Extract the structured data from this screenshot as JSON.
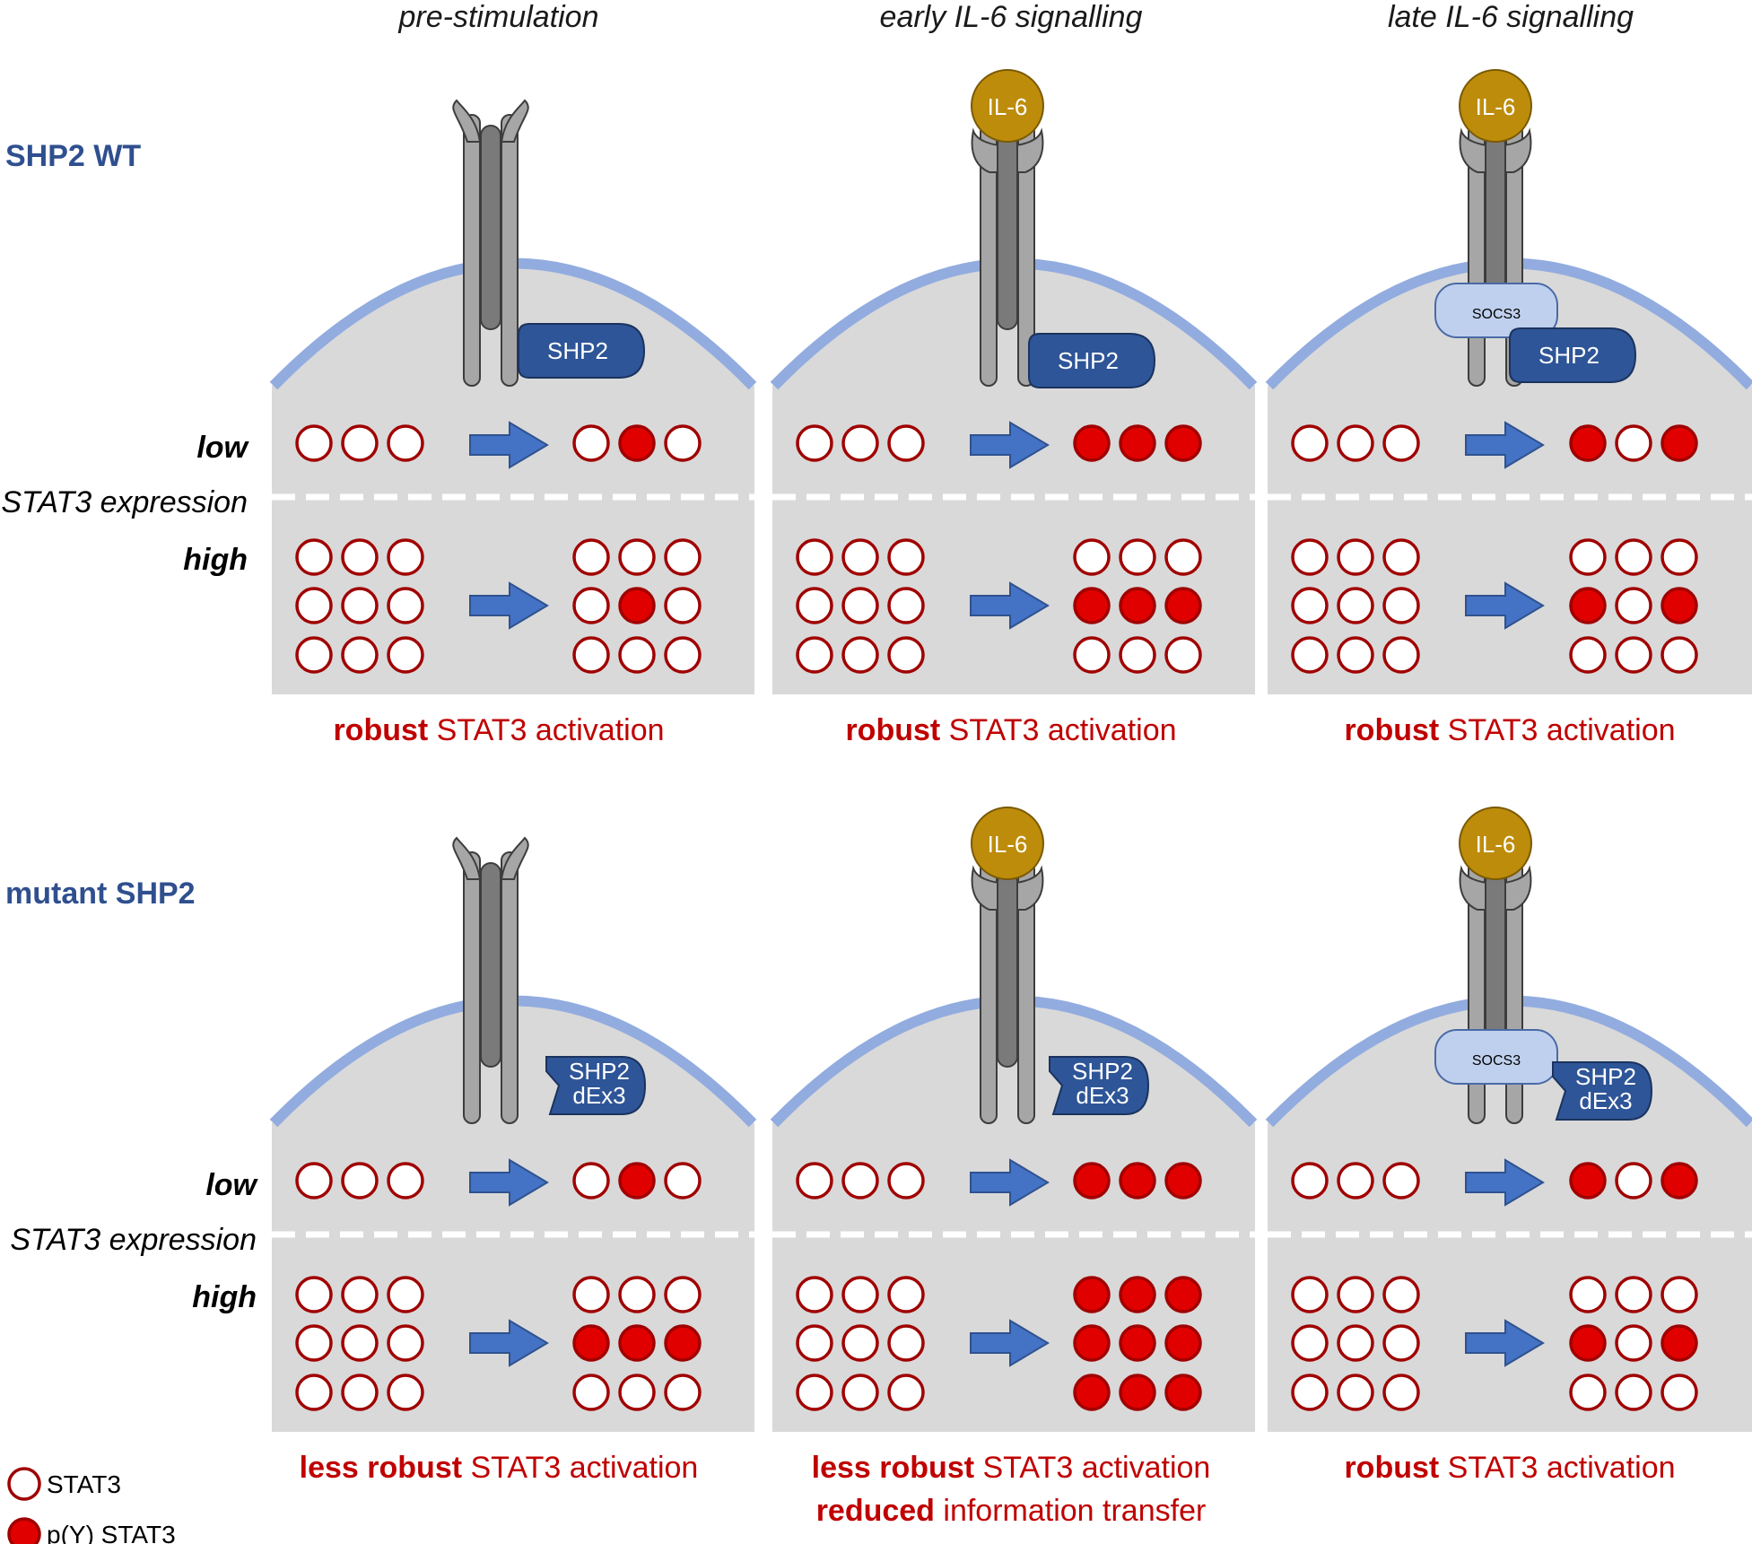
{
  "columns": [
    "pre-stimulation",
    "early IL-6 signalling",
    "late IL-6 signalling"
  ],
  "rows": [
    {
      "title": "SHP2 WT",
      "phosphatase_label": [
        "SHP2"
      ],
      "socs3_label": "SOCS3",
      "ligand_label": "IL-6",
      "level_low": "low",
      "level_high": "high",
      "expression_label": "STAT3 expression",
      "panels": [
        {
          "ligand": false,
          "socs3": false,
          "low_after": [
            0,
            1,
            0
          ],
          "high_after": [
            [
              0,
              0,
              0
            ],
            [
              0,
              1,
              0
            ],
            [
              0,
              0,
              0
            ]
          ],
          "caption": [
            [
              {
                "text": "robust",
                "strong": true
              },
              {
                "text": " STAT3 activation",
                "strong": false
              }
            ]
          ]
        },
        {
          "ligand": true,
          "socs3": false,
          "low_after": [
            1,
            1,
            1
          ],
          "high_after": [
            [
              0,
              0,
              0
            ],
            [
              1,
              1,
              1
            ],
            [
              0,
              0,
              0
            ]
          ],
          "caption": [
            [
              {
                "text": "robust",
                "strong": true
              },
              {
                "text": " STAT3 activation",
                "strong": false
              }
            ]
          ]
        },
        {
          "ligand": true,
          "socs3": true,
          "low_after": [
            1,
            0,
            1
          ],
          "high_after": [
            [
              0,
              0,
              0
            ],
            [
              1,
              0,
              1
            ],
            [
              0,
              0,
              0
            ]
          ],
          "caption": [
            [
              {
                "text": "robust",
                "strong": true
              },
              {
                "text": " STAT3 activation",
                "strong": false
              }
            ]
          ]
        }
      ]
    },
    {
      "title": "mutant SHP2",
      "phosphatase_label": [
        "SHP2",
        "dEx3"
      ],
      "socs3_label": "SOCS3",
      "ligand_label": "IL-6",
      "level_low": "low",
      "level_high": "high",
      "expression_label": "STAT3 expression",
      "panels": [
        {
          "ligand": false,
          "socs3": false,
          "low_after": [
            0,
            1,
            0
          ],
          "high_after": [
            [
              0,
              0,
              0
            ],
            [
              1,
              1,
              1
            ],
            [
              0,
              0,
              0
            ]
          ],
          "caption": [
            [
              {
                "text": "less robust",
                "strong": true
              },
              {
                "text": " STAT3 activation",
                "strong": false
              }
            ]
          ]
        },
        {
          "ligand": true,
          "socs3": false,
          "low_after": [
            1,
            1,
            1
          ],
          "high_after": [
            [
              1,
              1,
              1
            ],
            [
              1,
              1,
              1
            ],
            [
              1,
              1,
              1
            ]
          ],
          "caption": [
            [
              {
                "text": "less robust",
                "strong": true
              },
              {
                "text": " STAT3 activation",
                "strong": false
              }
            ],
            [
              {
                "text": "reduced",
                "strong": true
              },
              {
                "text": " information transfer",
                "strong": false
              }
            ]
          ]
        },
        {
          "ligand": true,
          "socs3": true,
          "low_after": [
            1,
            0,
            1
          ],
          "high_after": [
            [
              0,
              0,
              0
            ],
            [
              1,
              0,
              1
            ],
            [
              0,
              0,
              0
            ]
          ],
          "caption": [
            [
              {
                "text": "robust",
                "strong": true
              },
              {
                "text": " STAT3 activation",
                "strong": false
              }
            ]
          ]
        }
      ]
    }
  ],
  "legend": [
    {
      "label": "STAT3",
      "filled": false
    },
    {
      "label": "p(Y) STAT3",
      "filled": true
    }
  ],
  "colors": {
    "title_blue": "#2f4f8f",
    "membrane": "#92acdf",
    "cell_fill": "#d9d9d9",
    "receptor_outer": "#a6a6a6",
    "receptor_inner": "#7a7a7a",
    "receptor_stroke": "#3d3d3d",
    "shp2_fill": "#2e5597",
    "shp2_stroke": "#1b335f",
    "socs3_fill": "#bfd0ee",
    "socs3_stroke": "#4a6aa6",
    "il6_fill": "#bd8c0a",
    "il6_stroke": "#7a5a06",
    "arrow": "#4472c4",
    "arrow_stroke": "#2f528f",
    "stat_red": "#e00000",
    "stat_stroke": "#a00000",
    "caption_red": "#c00000"
  }
}
